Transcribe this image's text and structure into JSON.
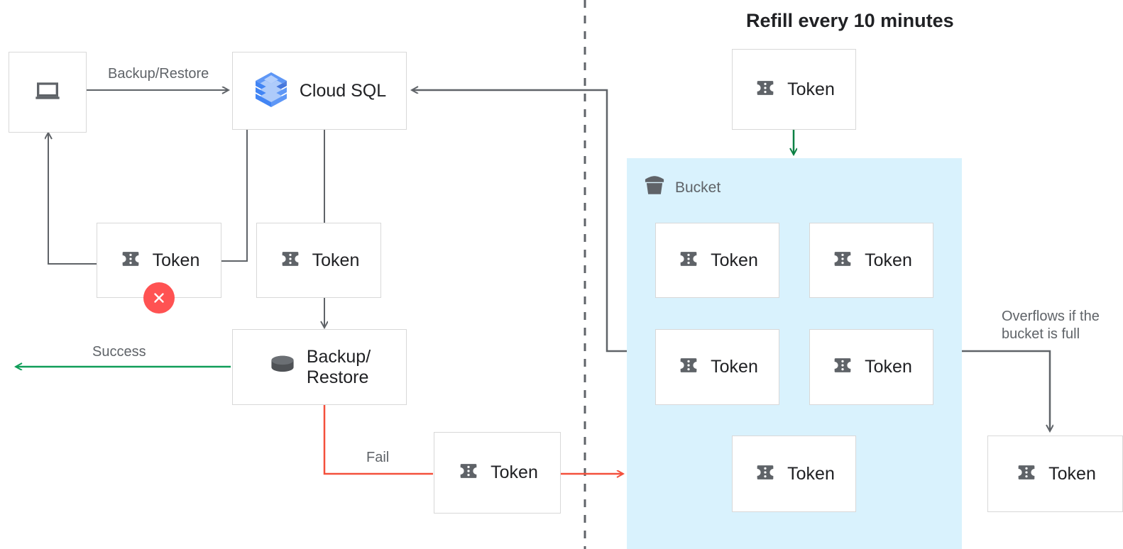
{
  "title": "Refill every 10 minutes",
  "colors": {
    "bucket_fill": "#d9f2fd",
    "box_border": "#d8d8d8",
    "line": "#5f6368",
    "success": "#0f9d58",
    "fail": "#f4503c",
    "refill_arrow": "#0b8043",
    "error_badge": "#ff5252",
    "icon_gray": "#5f6368",
    "text_dark": "#202124",
    "text_muted": "#5f6368"
  },
  "nodes": {
    "client": {
      "label": "",
      "icon": "laptop-icon"
    },
    "cloudsql": {
      "label": "Cloud SQL",
      "icon": "cloud-sql-icon"
    },
    "token_failed": {
      "label": "Token",
      "icon": "token-icon"
    },
    "token_cloudsql": {
      "label": "Token",
      "icon": "token-icon"
    },
    "backup_restore": {
      "label": "Backup/\nRestore",
      "icon": "database-icon"
    },
    "token_fail_out": {
      "label": "Token",
      "icon": "token-icon"
    },
    "token_refill": {
      "label": "Token",
      "icon": "token-icon"
    },
    "token_overflow": {
      "label": "Token",
      "icon": "token-icon"
    }
  },
  "bucket": {
    "label": "Bucket",
    "icon": "bucket-icon",
    "tokens": [
      {
        "label": "Token",
        "icon": "token-icon"
      },
      {
        "label": "Token",
        "icon": "token-icon"
      },
      {
        "label": "Token",
        "icon": "token-icon"
      },
      {
        "label": "Token",
        "icon": "token-icon"
      },
      {
        "label": "Token",
        "icon": "token-icon"
      }
    ]
  },
  "edges": {
    "backup_restore_label": "Backup/Restore",
    "success_label": "Success",
    "fail_label": "Fail",
    "overflow_label": "Overflows if the\nbucket is full"
  }
}
